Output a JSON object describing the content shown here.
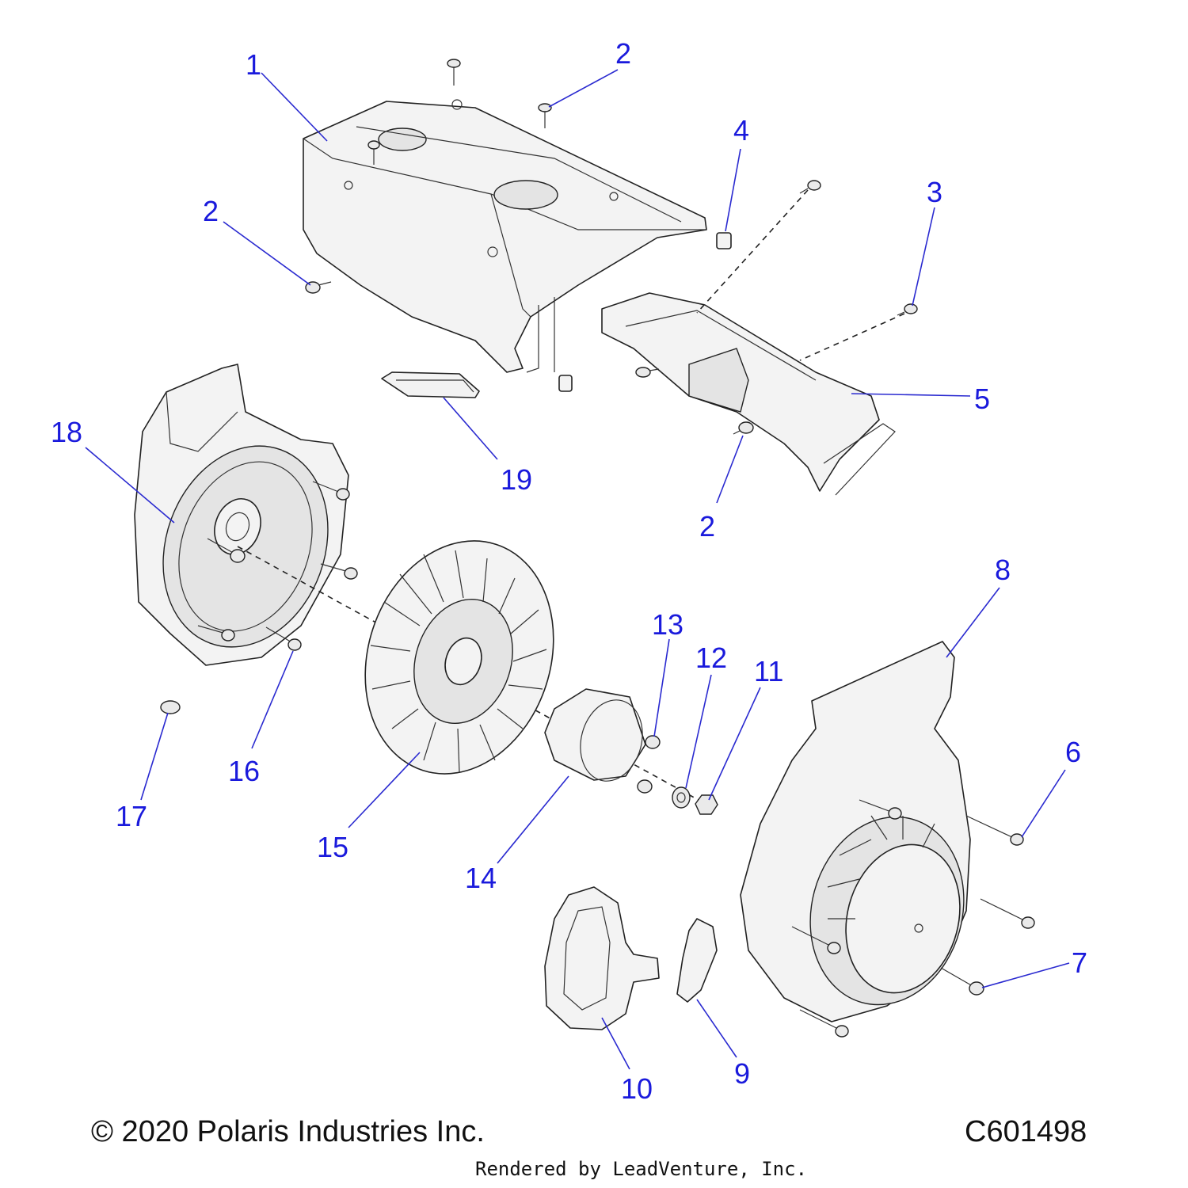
{
  "callouts": [
    {
      "id": "1",
      "label": "1"
    },
    {
      "id": "2a",
      "label": "2"
    },
    {
      "id": "2b",
      "label": "2"
    },
    {
      "id": "2c",
      "label": "2"
    },
    {
      "id": "3",
      "label": "3"
    },
    {
      "id": "4",
      "label": "4"
    },
    {
      "id": "5",
      "label": "5"
    },
    {
      "id": "6",
      "label": "6"
    },
    {
      "id": "7",
      "label": "7"
    },
    {
      "id": "8",
      "label": "8"
    },
    {
      "id": "9",
      "label": "9"
    },
    {
      "id": "10",
      "label": "10"
    },
    {
      "id": "11",
      "label": "11"
    },
    {
      "id": "12",
      "label": "12"
    },
    {
      "id": "13",
      "label": "13"
    },
    {
      "id": "14",
      "label": "14"
    },
    {
      "id": "15",
      "label": "15"
    },
    {
      "id": "16",
      "label": "16"
    },
    {
      "id": "17",
      "label": "17"
    },
    {
      "id": "18",
      "label": "18"
    },
    {
      "id": "19",
      "label": "19"
    }
  ],
  "footer": {
    "copyright": "© 2020 Polaris Industries Inc.",
    "diagram_id": "C601498",
    "rendered_by": "Rendered by LeadVenture, Inc."
  }
}
